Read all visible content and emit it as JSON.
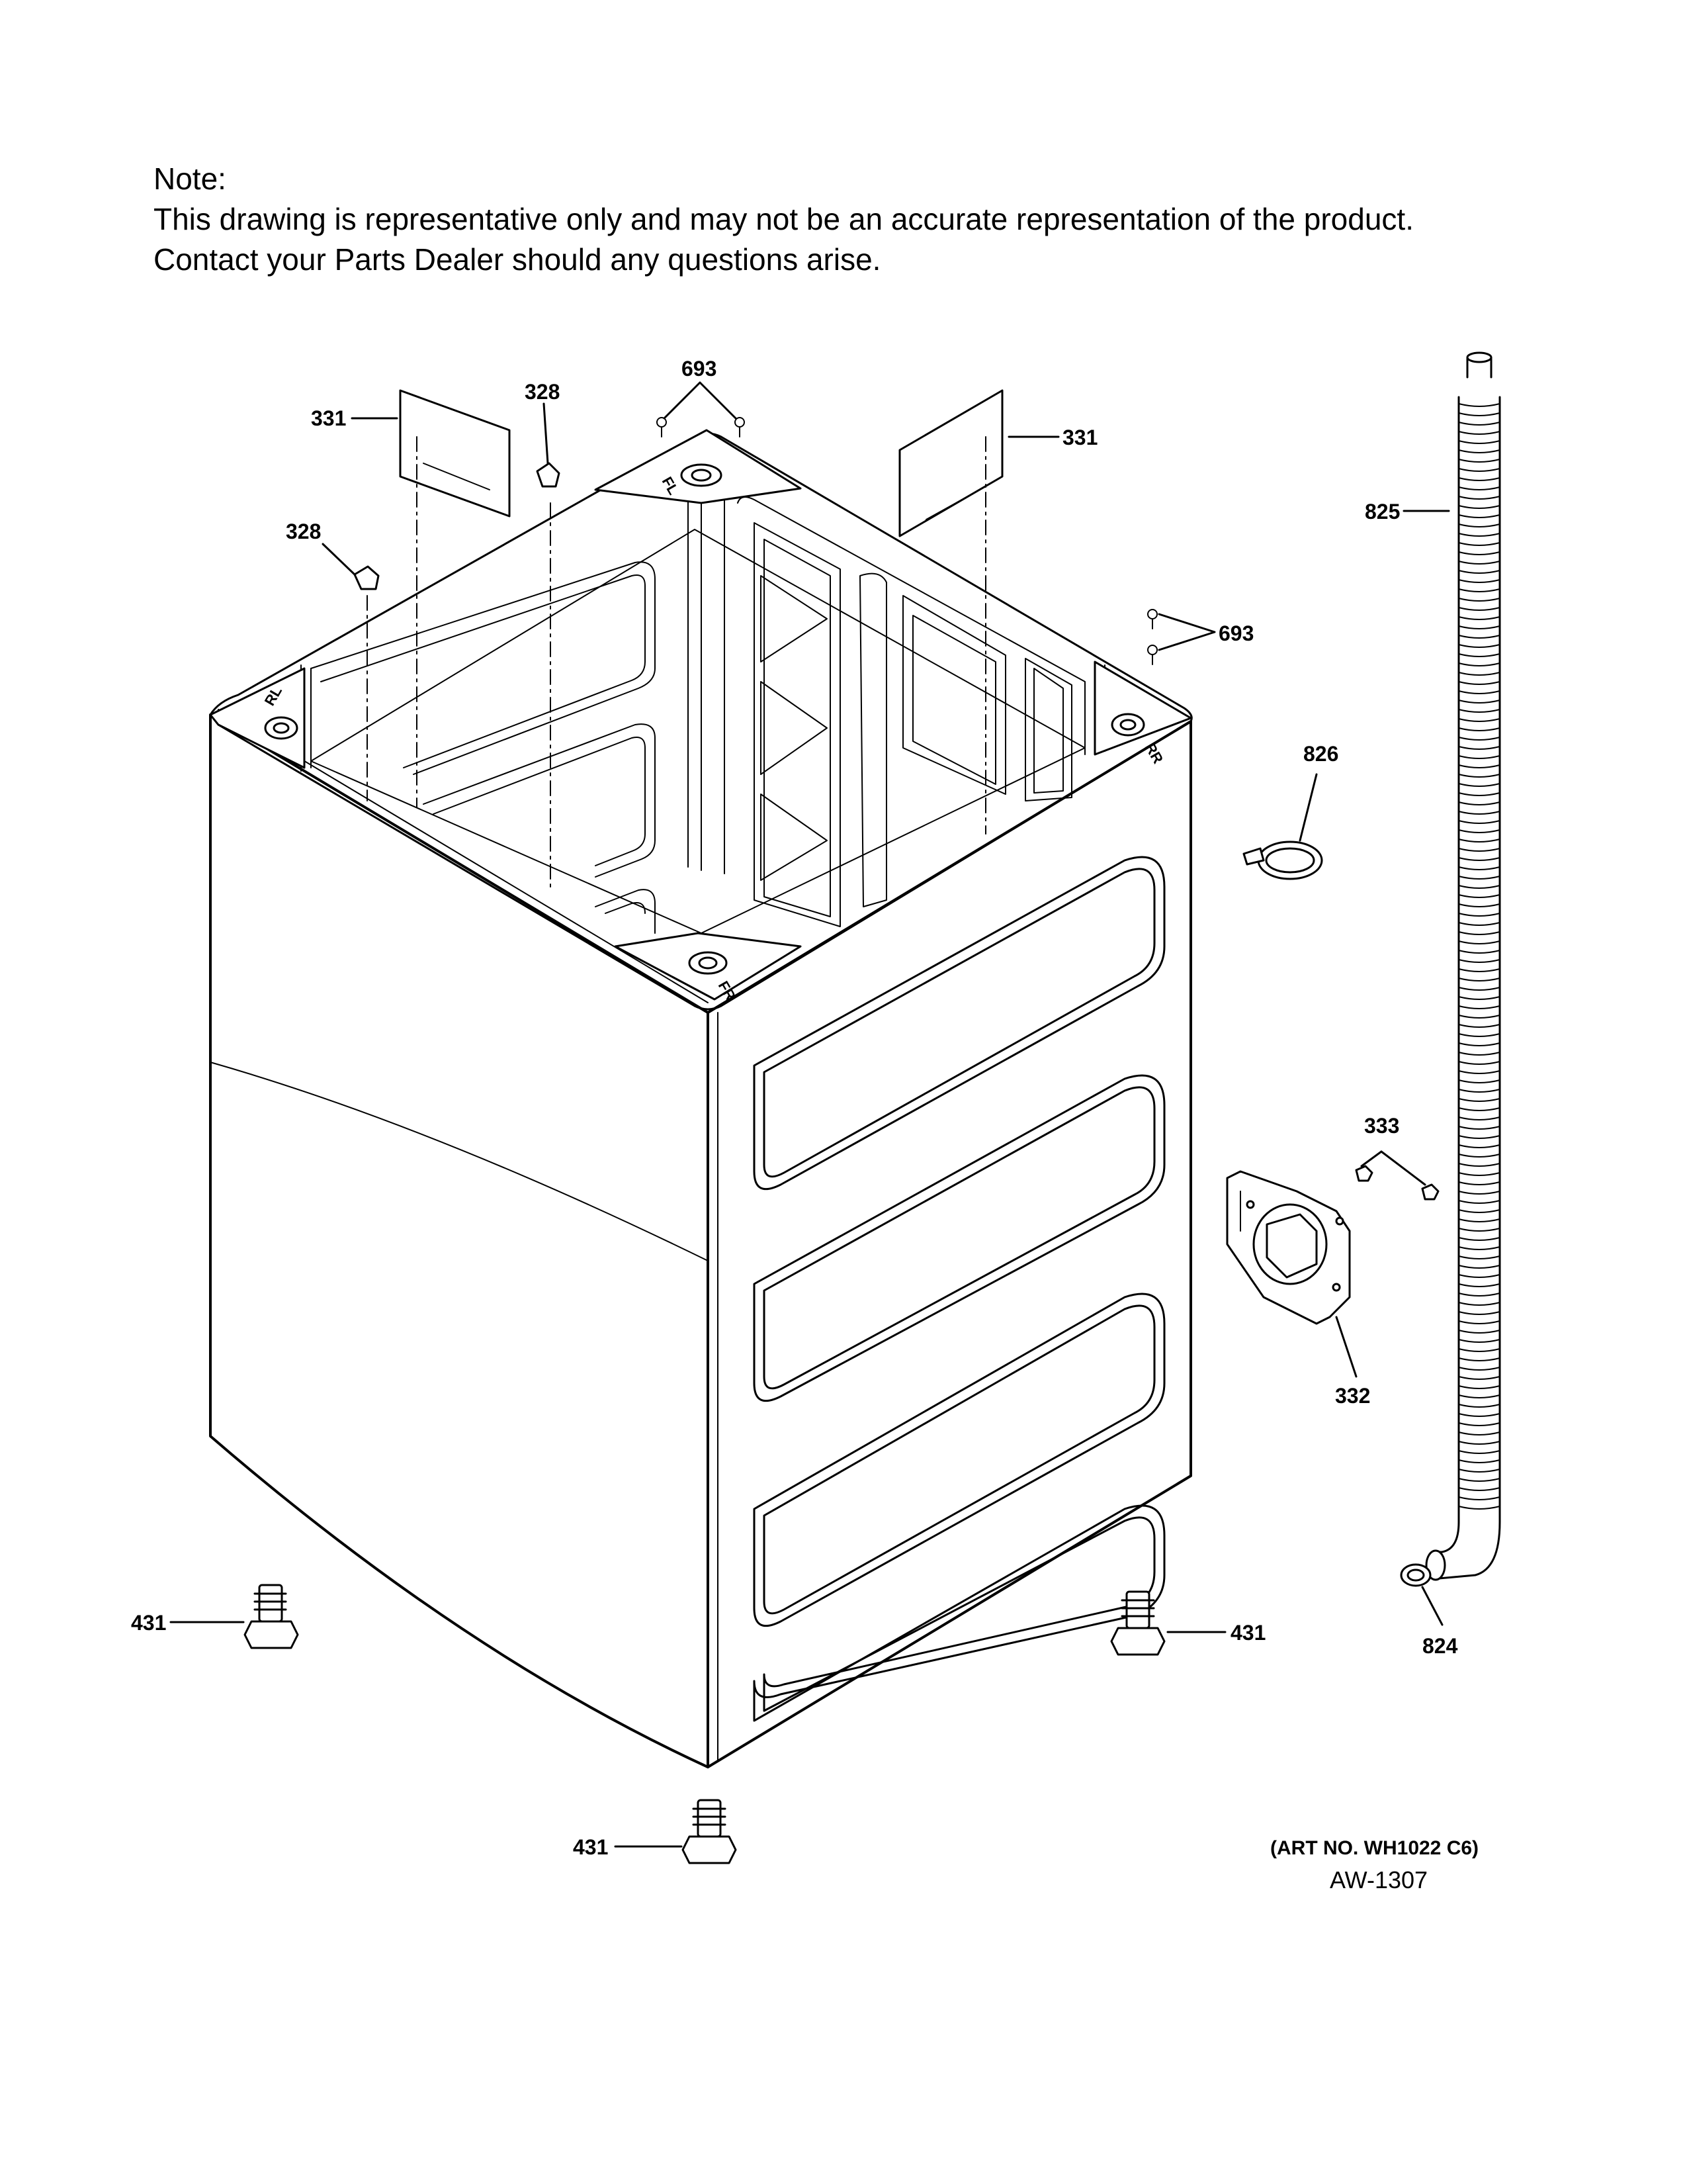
{
  "note": {
    "heading": "Note:",
    "line1": "This drawing is representative only and may not be an accurate representation of the product.",
    "line2": "Contact your Parts Dealer should any questions arise."
  },
  "callouts": {
    "top_left_panel": "331",
    "top_right_panel": "331",
    "clip_upper": "328",
    "clip_lower": "328",
    "screw_top": "693",
    "screw_right": "693",
    "hose": "825",
    "clamp_upper": "826",
    "nut": "333",
    "bracket": "332",
    "leg_left": "431",
    "leg_right": "431",
    "leg_bottom": "431",
    "clamp_lower": "824"
  },
  "corner_marks": {
    "rear_left": "RL",
    "rear_right": "RR",
    "front_left": "FL",
    "front_right": "FR"
  },
  "footer": {
    "art_no": "(ART NO. WH1022 C6)",
    "aw": "AW-1307"
  }
}
